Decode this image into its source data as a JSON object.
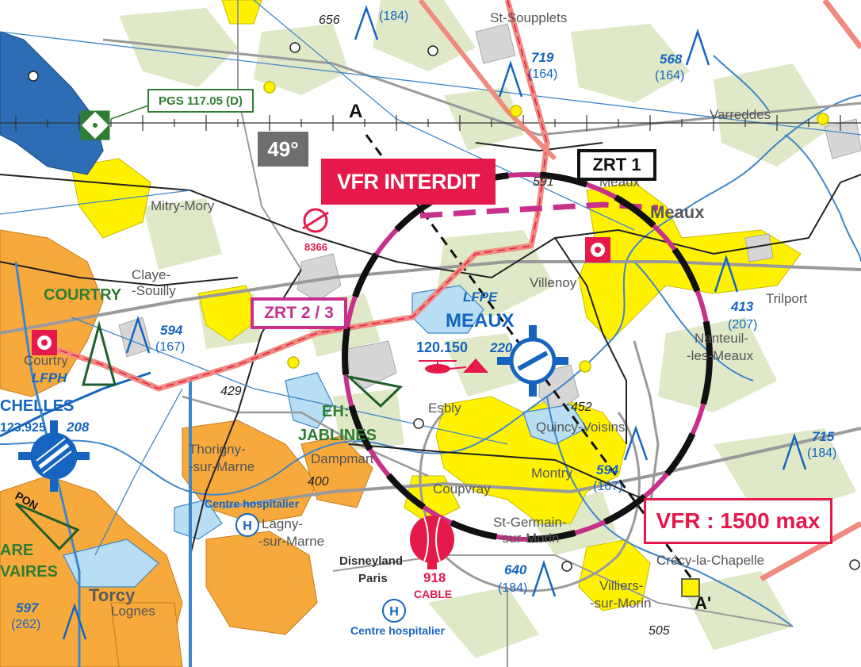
{
  "labels": {
    "pgs": "PGS 117.05 (D)",
    "magvar": "49°",
    "vfr_interdit": "VFR INTERDIT",
    "zrt1": "ZRT 1",
    "zrt23": "ZRT 2 / 3",
    "vfr_max": "VFR : 1500 max",
    "point_a": "A",
    "point_a2": "A'"
  },
  "places": {
    "st_soupplets": "St-Soupplets",
    "varreddes": "Varreddes",
    "mitry_mory": "Mitry-Mory",
    "claye": "Claye-",
    "souilly": "-Souilly",
    "meaux_town": "Meaux",
    "meaux_small": "Meaux",
    "villenoy": "Villenoy",
    "trilport": "Trilport",
    "nanteuil1": "Nanteuil-",
    "nanteuil2": "-les-Meaux",
    "coubert": "Courtry",
    "esbly": "Esbly",
    "quincy": "Quincy-Voisins",
    "thorigny1": "Thorigny-",
    "thorigny2": "-sur-Marne",
    "dampmart": "Dampmart",
    "coupvray": "Coupvray",
    "montry": "Montry",
    "st_germain1": "St-Germain-",
    "st_germain2": "-sur-Morin",
    "crecy": "Crécy-la-Chapelle",
    "villiers1": "Villiers-",
    "villiers2": "-sur-Morin",
    "lagny1": "Lagny-",
    "lagny2": "-sur-Marne",
    "disneyland1": "Disneyland",
    "disneyland2": "Paris",
    "torcy": "Torcy",
    "lognes": "Lognes",
    "courtry": "COURTRY",
    "jablines_eh": "EH:",
    "jablines": "JABLINES",
    "centre_hosp1": "Centre hospitalier",
    "centre_hosp2": "Centre hospitalier",
    "chelles_code": "LFPH",
    "chelles": "CHELLES",
    "chelles_freq": "123.925",
    "torcy_are": "ARE",
    "vaires": "VAIRES",
    "pon": "PON"
  },
  "airfield": {
    "code": "LFPE",
    "name": "MEAUX",
    "frequency": "120.150",
    "elevation": "220"
  },
  "obstacles": [
    {
      "elev": "656",
      "agl": "(184)"
    },
    {
      "elev": "719",
      "agl": "(164)"
    },
    {
      "elev": "568",
      "agl": "(164)"
    },
    {
      "elev": "413",
      "agl": "(207)"
    },
    {
      "elev": "594",
      "agl": "(167)"
    },
    {
      "elev": "715",
      "agl": "(184)"
    },
    {
      "elev": "594",
      "agl": "(167)"
    },
    {
      "elev": "640",
      "agl": "(184)"
    },
    {
      "elev": "597",
      "agl": "(262)"
    }
  ],
  "spot_heights": {
    "h429": "429",
    "h400": "400",
    "h452": "452",
    "h505": "505",
    "h591": "591",
    "h208": "208",
    "h8366": "8366"
  },
  "balloon": {
    "height": "918",
    "label": "CABLE"
  },
  "colors": {
    "urban_yellow": "#fff200",
    "urban_orange": "#f7a93c",
    "forest": "#dfe9c8",
    "water": "#b7def2",
    "aero_blue": "#1565c0",
    "prohibited_red": "#e5194a",
    "zrt_magenta": "#c8308b",
    "ctr_pink": "#f08a7e"
  }
}
